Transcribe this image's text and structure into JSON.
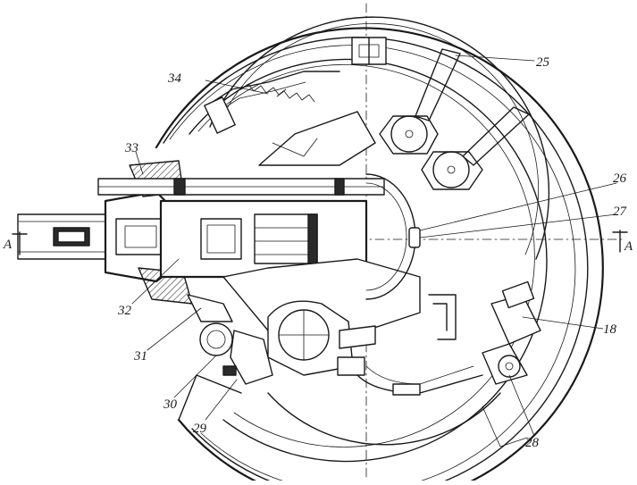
{
  "colors": {
    "ink": "#1a1a1a",
    "paper": "#ffffff"
  },
  "section_marks": {
    "left": "A",
    "right": "A"
  },
  "callouts": [
    {
      "id": "c25",
      "label": "25"
    },
    {
      "id": "c34",
      "label": "34"
    },
    {
      "id": "c33",
      "label": "33"
    },
    {
      "id": "c26",
      "label": "26"
    },
    {
      "id": "c27",
      "label": "27"
    },
    {
      "id": "c18",
      "label": "18"
    },
    {
      "id": "c28",
      "label": "28"
    },
    {
      "id": "c32",
      "label": "32"
    },
    {
      "id": "c31",
      "label": "31"
    },
    {
      "id": "c30",
      "label": "30"
    },
    {
      "id": "c29",
      "label": "29"
    }
  ]
}
